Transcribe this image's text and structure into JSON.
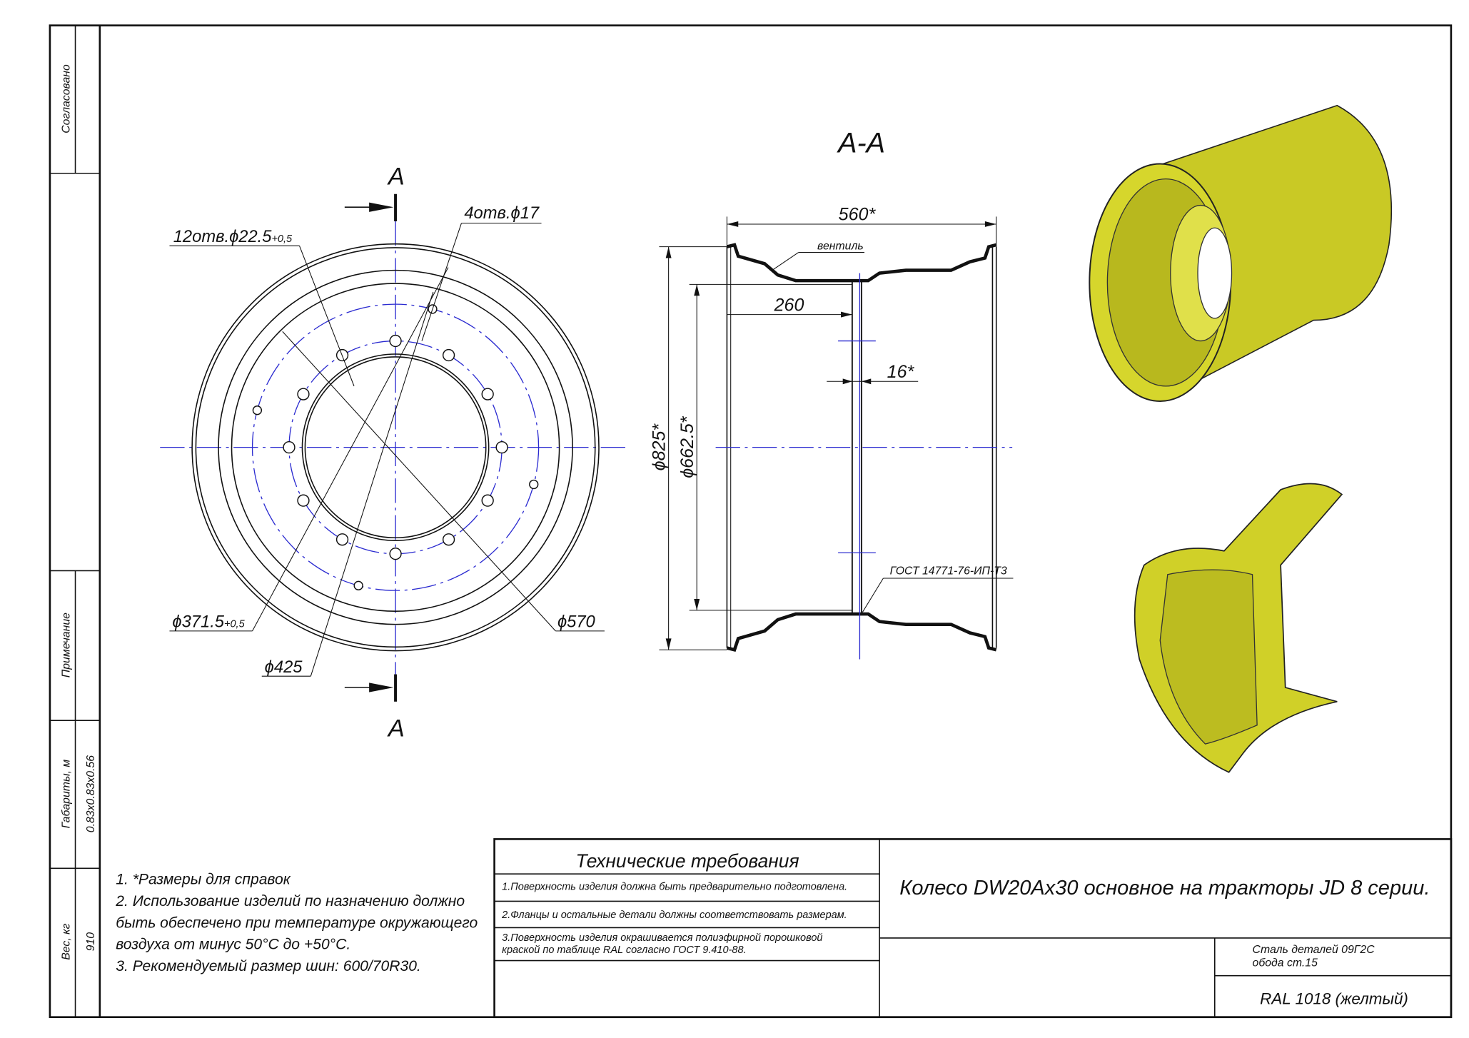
{
  "side_strip": {
    "agreed_label": "Согласовано",
    "note_label": "Примечание",
    "dimensions_label": "Габариты, м",
    "dimensions_value": "0.83x0.83x0.56",
    "weight_label": "Вес, кг",
    "weight_value": "910"
  },
  "front_view": {
    "section_mark_top": "А",
    "section_mark_bottom": "А",
    "holes_12_label": "12отв.ϕ22.5",
    "holes_12_tol": "+0,5",
    "holes_4_label": "4отв.ϕ17",
    "dia_371_label": "ϕ371.5",
    "dia_371_tol": "+0,5",
    "dia_570_label": "ϕ570",
    "dia_425_label": "ϕ425"
  },
  "section_view": {
    "title": "А-А",
    "width_dim": "560*",
    "valve_label": "вентиль",
    "offset_dim": "260",
    "disc_thickness_dim": "16*",
    "dia_825_dim": "ϕ825*",
    "dia_662_dim": "ϕ662.5*",
    "weld_standard": "ГОСТ 14771-76-ИП-Т3"
  },
  "notes": [
    "1.  *Размеры для справок",
    "2.  Использование изделий по назначению должно",
    "быть обеспечено при температуре окружающего",
    "воздуха от минус 50°С до +50°С.",
    "3.  Рекомендуемый размер шин: 600/70R30."
  ],
  "tech_requirements": {
    "title": "Технические требования",
    "items": [
      "1.Поверхность изделия должна быть предварительно подготовлена.",
      "2.Фланцы и остальные детали должны соответствовать размерам.",
      "3.Поверхность изделия окрашивается полиэфирной порошковой",
      " краской по таблице RAL согласно ГОСТ 9.410-88."
    ]
  },
  "title_block": {
    "product_title": "Колесо DW20Ax30 основное на тракторы JD 8 серии.",
    "material_line1": "Сталь деталей 09Г2С",
    "material_line2": " обода ст.15",
    "color": "RAL 1018   (желтый)"
  },
  "colors": {
    "wheel_paint": "#d6d62c",
    "center_lines": "#2a2ad0"
  }
}
